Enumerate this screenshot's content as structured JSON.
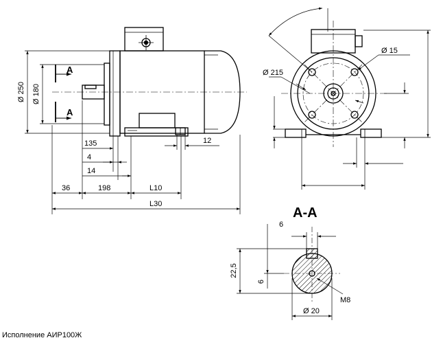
{
  "caption": "Исполнение АИР100Ж",
  "section_title": "А-А",
  "section_arrow_label": "А",
  "dimensions": {
    "d250": "Ø 250",
    "d180": "Ø 180",
    "d215": "Ø 215",
    "d15": "Ø 15",
    "d20": "Ø 20",
    "d135": "135",
    "d4": "4",
    "d14": "14",
    "d36": "36",
    "d198": "198",
    "dL10": "L10",
    "dL30": "L30",
    "d12": "12",
    "d6top": "6",
    "d22_5": "22,5",
    "d6side": "6",
    "dM8": "M8"
  }
}
